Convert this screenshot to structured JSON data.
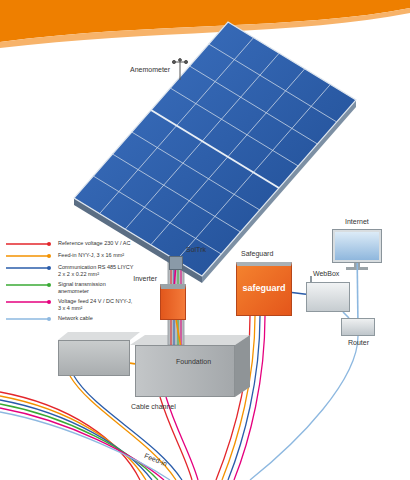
{
  "diagram": {
    "nodes": [
      {
        "text": [
          "SolTrk"
        ]
      },
      {
        "text": [
          "Inverter"
        ]
      },
      {
        "text": [
          "Safeguard",
          "safeguard"
        ]
      },
      {
        "text": [
          "Internet"
        ]
      },
      {
        "text": [
          "WebBox"
        ]
      },
      {
        "text": [
          "Router"
        ]
      },
      {
        "text": [
          "Cable channel"
        ]
      },
      {
        "text": [
          "Foundation"
        ]
      }
    ],
    "edges": [
      {
        "from": 0,
        "to": 1,
        "arrow": "none"
      },
      {
        "from": 1,
        "to": 7,
        "arrow": "none"
      },
      {
        "from": 7,
        "to": 6,
        "arrow": "none"
      },
      {
        "from": 2,
        "to": 4,
        "arrow": "none"
      },
      {
        "from": 4,
        "to": 5,
        "arrow": "none"
      },
      {
        "from": 5,
        "to": 3,
        "arrow": "none"
      }
    ],
    "labels": [
      "Anemometer",
      "Feed-in"
    ],
    "legend": [
      {
        "text": "Reference voltage 230 V / AC",
        "color": "#e3262b"
      },
      {
        "text": "Feed-in NYY-J, 3 x 16 mm²",
        "color": "#f39200"
      },
      {
        "text": "Communication RS 485 LIYCY 2 x 2 x 0.22 mm²",
        "color": "#2a5caa"
      },
      {
        "text": "Signal transmission anemometer",
        "color": "#3aaa35"
      },
      {
        "text": "Voltage feed 24 V / DC NYY-J, 3 x 4 mm²",
        "color": "#e5007e"
      },
      {
        "text": "Network cable",
        "color": "#8db8e0"
      }
    ]
  }
}
